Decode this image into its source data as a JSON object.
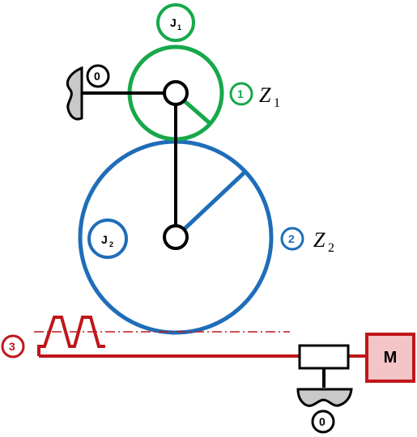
{
  "colors": {
    "gear1": "#17a84a",
    "gear2": "#1f6db8",
    "rack": "#c0161b",
    "motor_fill": "#f4c5c7",
    "ground_fill": "#c9c9c9",
    "link": "#000000"
  },
  "labels": {
    "j1_main": "J",
    "j1_sub": "1",
    "j2_main": "J",
    "j2_sub": "2",
    "ground_top": "0",
    "ground_bottom": "0",
    "gear1_number": "1",
    "gear2_number": "2",
    "rack_number": "3",
    "z1_main": "Z",
    "z1_sub": "1",
    "z2_main": "Z",
    "z2_sub": "2",
    "motor": "M"
  }
}
